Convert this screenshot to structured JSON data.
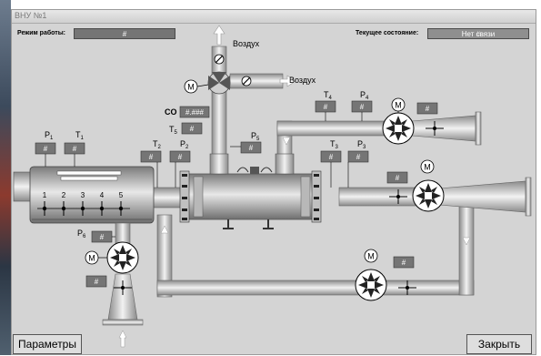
{
  "window": {
    "title": "ВНУ №1"
  },
  "header": {
    "mode_label": "Режим работы:",
    "mode_value": "#",
    "state_label": "Текущее состояние:",
    "state_value": "Нет связи",
    "state_underlay": "#"
  },
  "diagram": {
    "placeholder": "#",
    "air_label": "Воздух",
    "co_label": "CO",
    "co_value": "#.###",
    "motor_letter": "M",
    "burner_numbers": [
      "1",
      "2",
      "3",
      "4",
      "5"
    ],
    "sensors": {
      "p1": "P",
      "p1_sub": "1",
      "t1": "T",
      "t1_sub": "1",
      "t2": "T",
      "t2_sub": "2",
      "p2": "P",
      "p2_sub": "2",
      "t3": "T",
      "t3_sub": "3",
      "p3": "P",
      "p3_sub": "3",
      "t4": "T",
      "t4_sub": "4",
      "p4": "P",
      "p4_sub": "4",
      "t5": "T",
      "t5_sub": "5",
      "p5": "P",
      "p5_sub": "5",
      "p6": "P",
      "p6_sub": "6"
    }
  },
  "buttons": {
    "params": "Параметры",
    "close": "Закрыть"
  }
}
